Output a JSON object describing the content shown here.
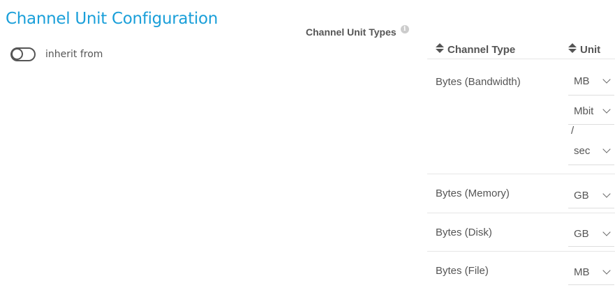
{
  "header": {
    "title": "Channel Unit Configuration"
  },
  "inherit_toggle": {
    "label": "inherit from",
    "state": "off"
  },
  "section": {
    "label": "Channel Unit Types",
    "info_icon": "info-icon"
  },
  "table": {
    "columns": [
      {
        "label": "Channel Type",
        "sort_icon": "sort-icon"
      },
      {
        "label": "Unit",
        "sort_icon": "sort-icon"
      }
    ],
    "rows": [
      {
        "type": "Bytes (Bandwidth)",
        "unit": "MB",
        "extra_units": [
          "Mbit",
          "sec"
        ],
        "separator": "/"
      },
      {
        "type": "Bytes (Memory)",
        "unit": "GB"
      },
      {
        "type": "Bytes (Disk)",
        "unit": "GB"
      },
      {
        "type": "Bytes (File)",
        "unit": "MB"
      }
    ]
  }
}
